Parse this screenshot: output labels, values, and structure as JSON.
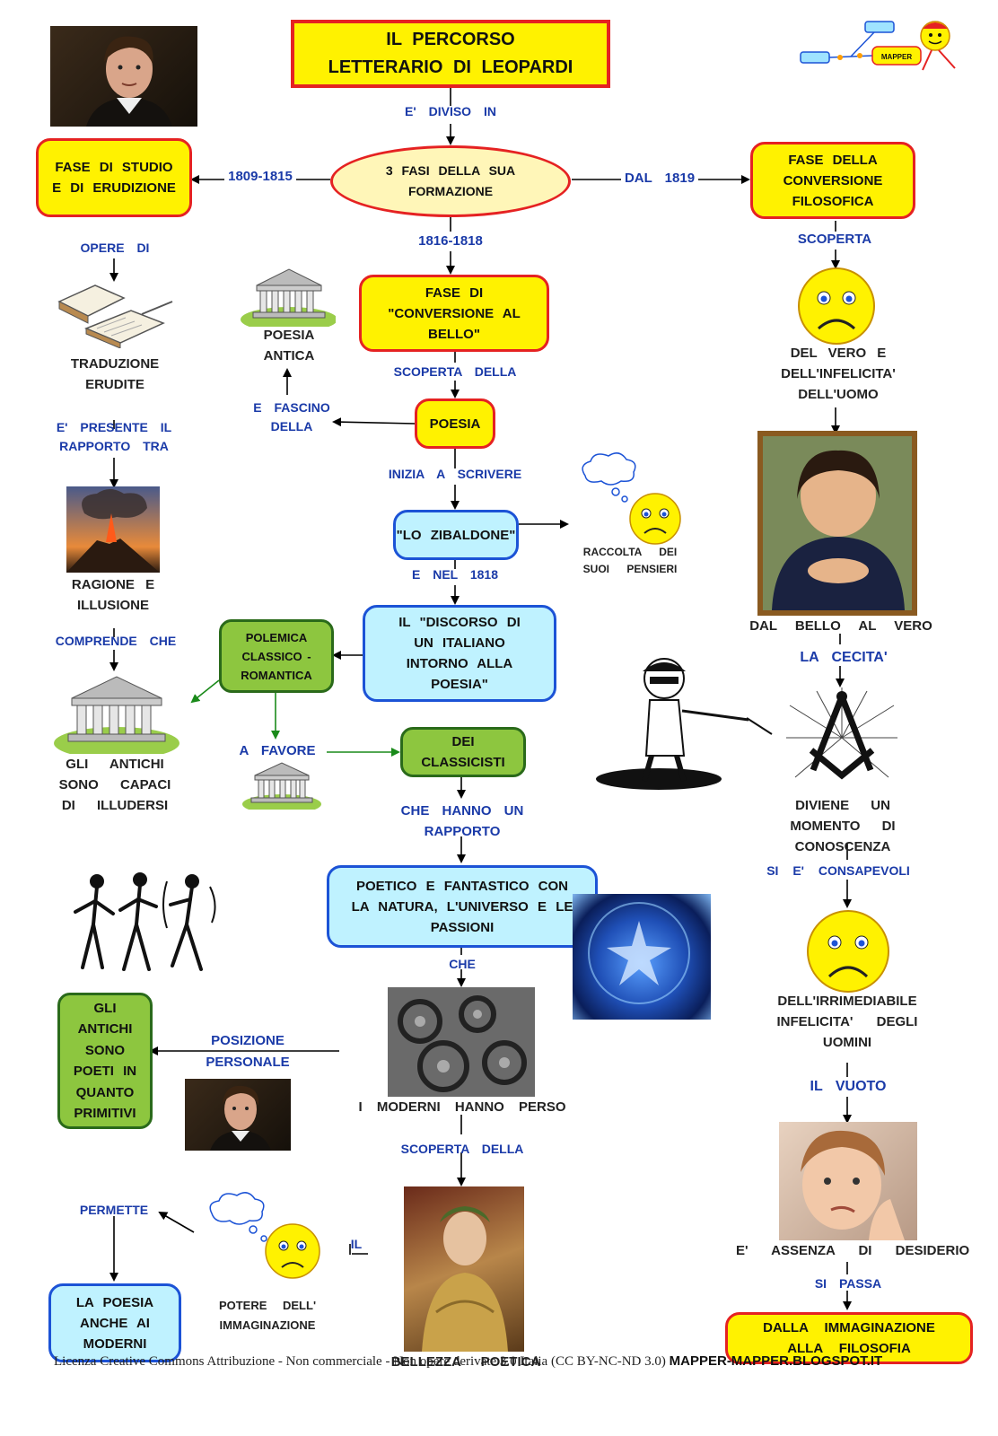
{
  "title": {
    "line1": "IL PERCORSO",
    "line2": "LETTERARIO DI LEOPARDI"
  },
  "logo": {
    "text": "MAPPER"
  },
  "center": {
    "diviso_label": "E' DIVISO IN",
    "phases": "3 FASI DELLA SUA FORMAZIONE",
    "years_1816": "1816-1818",
    "fase_bello": "FASE DI \"CONVERSIONE AL BELLO\"",
    "scoperta_della": "SCOPERTA DELLA",
    "poesia": "POESIA",
    "inizia_label": "INIZIA A SCRIVERE",
    "zibaldone": "\"LO ZIBALDONE\"",
    "raccolta": "RACCOLTA DEI SUOI PENSIERI",
    "nel_1818": "E NEL 1818",
    "discorso": "IL \"DISCORSO DI UN ITALIANO INTORNO ALLA POESIA\"",
    "polemica": "POLEMICA CLASSICO - ROMANTICA",
    "a_favore": "A FAVORE",
    "classicisti": "DEI CLASSICISTI",
    "che_hanno": "CHE HANNO UN RAPPORTO",
    "poetico": "POETICO E FANTASTICO CON LA NATURA, L'UNIVERSO E LE PASSIONI",
    "che": "CHE",
    "moderni": "I MODERNI HANNO PERSO",
    "scoperta_della_2": "SCOPERTA DELLA",
    "bellezza": "BELLEZZA POETICA",
    "l_arrow": "IL",
    "potere": "POTERE DELL' IMMAGINAZIONE",
    "permette": "PERMETTE",
    "poesia_moderni": "LA POESIA ANCHE AI MODERNI",
    "posizione": "POSIZIONE PERSONALE",
    "antichi_poeti": "GLI ANTICHI SONO POETI IN QUANTO PRIMITIVI",
    "poesia_antica": "POESIA ANTICA",
    "fascino": "E FASCINO DELLA"
  },
  "left": {
    "years": "1809-1815",
    "fase_studio": "FASE DI STUDIO E DI ERUDIZIONE",
    "opere_di": "OPERE DI",
    "traduzione": "TRADUZIONE ERUDITE",
    "presente": "E' PRESENTE IL RAPPORTO TRA",
    "ragione": "RAGIONE E ILLUSIONE",
    "comprende": "COMPRENDE CHE",
    "gli_antichi": "GLI ANTICHI SONO CAPACI DI ILLUDERSI"
  },
  "right": {
    "dal_1819": "DAL 1819",
    "fase_conversione": "FASE DELLA CONVERSIONE FILOSOFICA",
    "scoperta": "SCOPERTA",
    "del_vero": "DEL VERO E DELL'INFELICITA' DELL'UOMO",
    "dal_bello": "DAL BELLO AL VERO",
    "cecita": "LA CECITA'",
    "diviene": "DIVIENE UN MOMENTO DI CONOSCENZA",
    "consapevoli": "SI E' CONSAPEVOLI",
    "irrimediabile": "DELL'IRRIMEDIABILE INFELICITA' DEGLI UOMINI",
    "vuoto": "IL VUOTO",
    "assenza": "E' ASSENZA DI DESIDERIO",
    "si_passa": "SI PASSA",
    "dalla": "DALLA IMMAGINAZIONE ALLA FILOSOFIA"
  },
  "footer": {
    "license": "Licenza Creative Commons Attribuzione - Non commerciale - Non opere derivate 3.0 Italia (CC BY-NC-ND 3.0)",
    "site": "MAPPER-MAPPER.BLOGSPOT.IT"
  },
  "colors": {
    "yellow": "#fff200",
    "red_border": "#e52222",
    "green": "#8dc63f",
    "cyan": "#bff2ff",
    "blue_border": "#1c53d6",
    "label_blue": "#1a3aa8"
  }
}
